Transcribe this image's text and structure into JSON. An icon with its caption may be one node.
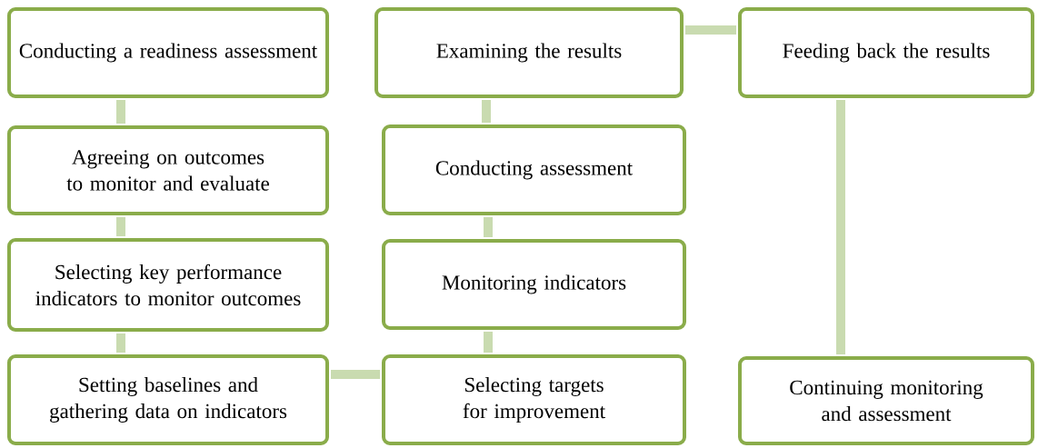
{
  "diagram": {
    "nodes": [
      {
        "text": [
          "Conducting a readiness assessment"
        ]
      },
      {
        "text": [
          "Agreeing on outcomes to monitor and evaluate"
        ]
      },
      {
        "text": [
          "Selecting key performance indicators to monitor outcomes"
        ]
      },
      {
        "text": [
          "Setting baselines and gathering data on indicators"
        ]
      },
      {
        "text": [
          "Selecting targets for improvement"
        ]
      },
      {
        "text": [
          "Monitoring indicators"
        ]
      },
      {
        "text": [
          "Conducting assessment"
        ]
      },
      {
        "text": [
          "Examining the results"
        ]
      },
      {
        "text": [
          "Feeding back the results"
        ]
      },
      {
        "text": [
          "Continuing monitoring and assessment"
        ]
      }
    ],
    "edges": [
      {
        "from": 0,
        "to": 1,
        "arrow": "none"
      },
      {
        "from": 1,
        "to": 2,
        "arrow": "none"
      },
      {
        "from": 2,
        "to": 3,
        "arrow": "none"
      },
      {
        "from": 3,
        "to": 4,
        "arrow": "none"
      },
      {
        "from": 4,
        "to": 5,
        "arrow": "none"
      },
      {
        "from": 5,
        "to": 6,
        "arrow": "none"
      },
      {
        "from": 6,
        "to": 7,
        "arrow": "none"
      },
      {
        "from": 7,
        "to": 8,
        "arrow": "none"
      },
      {
        "from": 8,
        "to": 9,
        "arrow": "none"
      }
    ]
  }
}
